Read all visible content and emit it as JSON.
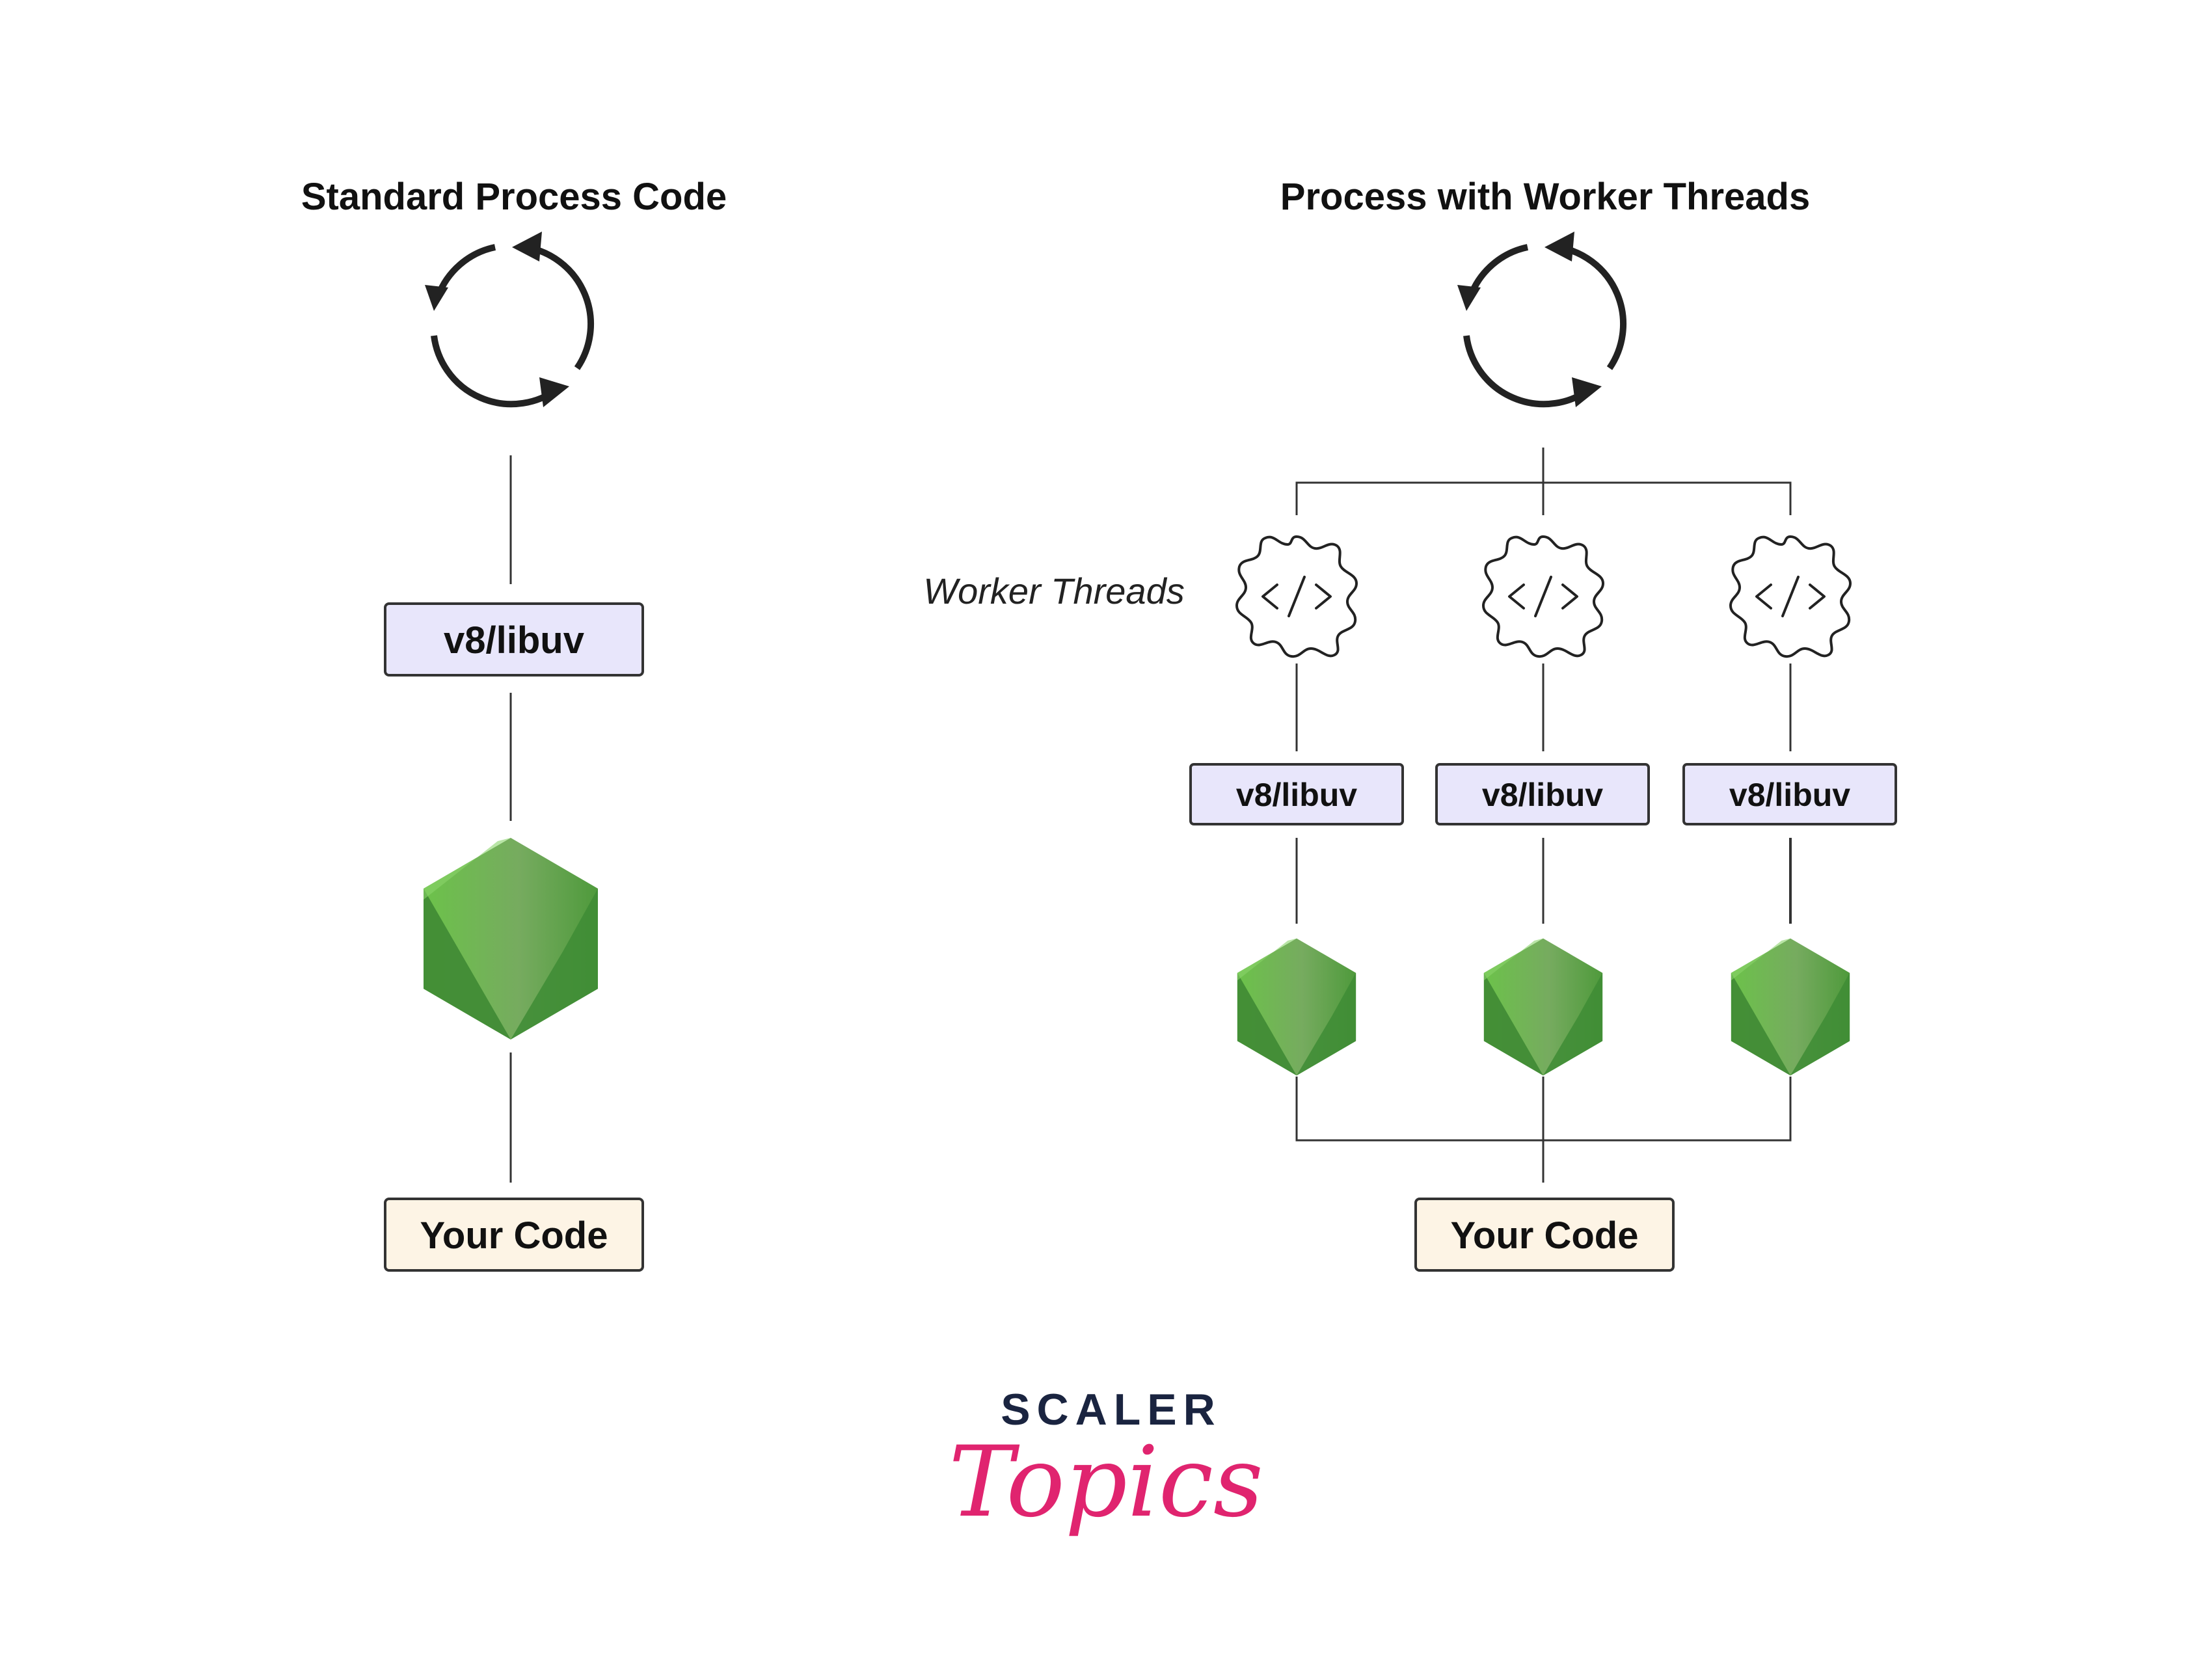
{
  "left_panel": {
    "title": "Standard Process Code",
    "engine_label": "v8/libuv",
    "code_label": "Your Code"
  },
  "right_panel": {
    "title": "Process with Worker Threads",
    "worker_threads_label": "Worker Threads",
    "workers": [
      {
        "engine_label": "v8/libuv"
      },
      {
        "engine_label": "v8/libuv"
      },
      {
        "engine_label": "v8/libuv"
      }
    ],
    "code_label": "Your Code"
  },
  "brand": {
    "line1": "SCALER",
    "line2": "Topics",
    "line1_color": "#1a2440",
    "line2_color": "#e0246f"
  },
  "colors": {
    "engine_box_fill": "#e8e6fb",
    "code_box_fill": "#fdf4e5",
    "node_green": "#5fa04e"
  },
  "icons": {
    "event_loop": "cycle-arrows-icon",
    "worker": "gear-code-icon",
    "runtime": "nodejs-hexagon-icon"
  }
}
